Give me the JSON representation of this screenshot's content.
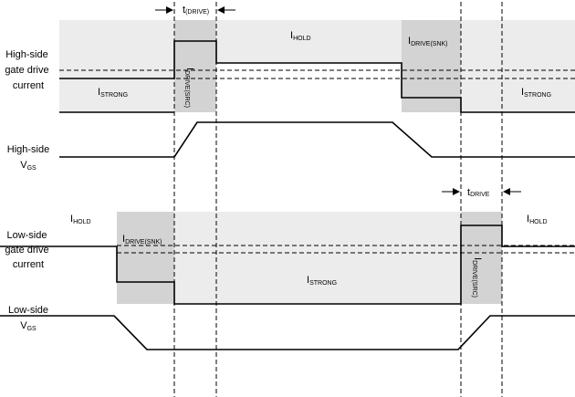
{
  "row_labels": {
    "hs_current": [
      "High-side",
      "gate drive",
      "current"
    ],
    "hs_vgs_top": "High-side",
    "hs_vgs_v": "V",
    "hs_vgs_sub": "GS",
    "ls_current": [
      "Low-side",
      "gate drive",
      "current"
    ],
    "ls_vgs_top": "Low-side",
    "ls_vgs_v": "V",
    "ls_vgs_sub": "GS"
  },
  "annotations": {
    "t_drive_top_t": "t",
    "t_drive_top_sub": "(DRIVE)",
    "t_drive_bottom_t": "t",
    "t_drive_bottom_sub": "DRIVE",
    "I": "I",
    "hold_sub": "HOLD",
    "strong_sub": "STRONG",
    "drive_snk_sub": "DRIVE(SNK)",
    "drive_src_sub": "DRIVE(SRC)"
  },
  "colors": {
    "light_region": "#ececec",
    "dark_region": "#d3d3d3",
    "line": "#000000"
  }
}
